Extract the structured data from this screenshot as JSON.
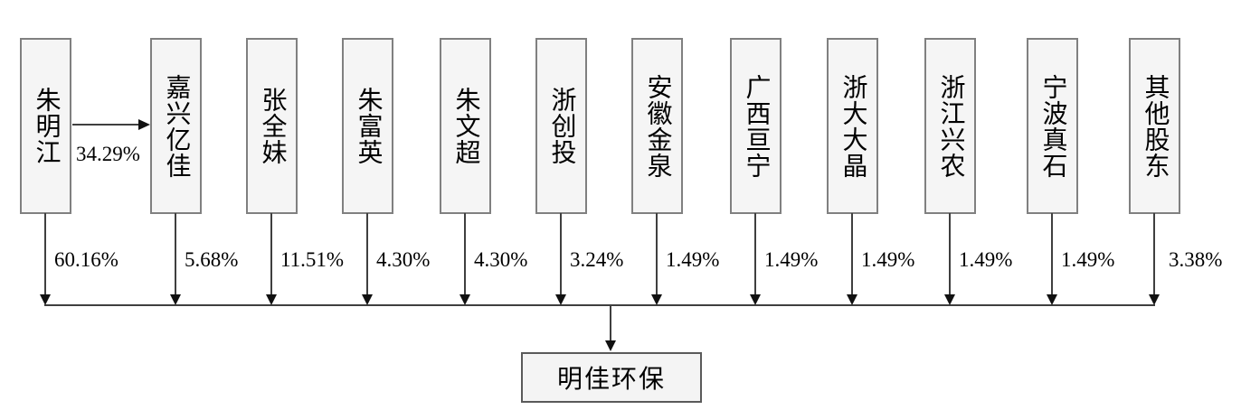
{
  "diagram": {
    "type": "equity-ownership-structure",
    "company": {
      "name": "明佳环保"
    },
    "shareholders": [
      {
        "name": "朱明江",
        "percent": "60.16%"
      },
      {
        "name": "嘉兴亿佳",
        "percent": "5.68%"
      },
      {
        "name": "张全妹",
        "percent": "11.51%"
      },
      {
        "name": "朱富英",
        "percent": "4.30%"
      },
      {
        "name": "朱文超",
        "percent": "4.30%"
      },
      {
        "name": "浙创投",
        "percent": "3.24%"
      },
      {
        "name": "安徽金泉",
        "percent": "1.49%"
      },
      {
        "name": "广西亘宁",
        "percent": "1.49%"
      },
      {
        "name": "浙大大晶",
        "percent": "1.49%"
      },
      {
        "name": "浙江兴农",
        "percent": "1.49%"
      },
      {
        "name": "宁波真石",
        "percent": "1.49%"
      },
      {
        "name": "其他股东",
        "percent": "3.38%"
      }
    ],
    "cross_holding": {
      "from": "朱明江",
      "to": "嘉兴亿佳",
      "percent": "34.29%"
    },
    "colors": {
      "box_fill": "#f5f5f5",
      "box_border": "#808080",
      "line": "#3f3f3f",
      "arrow": "#111111",
      "text": "#000000"
    }
  }
}
